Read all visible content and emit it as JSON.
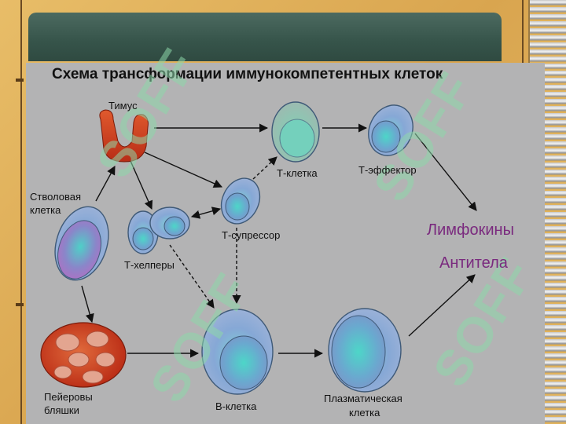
{
  "title": "Схема трансформации иммунокомпетентных клеток",
  "labels": {
    "thymus": "Тимус",
    "stem_line1": "Стволовая",
    "stem_line2": "клетка",
    "t_cell": "Т-клетка",
    "t_effector": "Т-эффектор",
    "t_suppressor": "Т-супрессор",
    "t_helpers": "Т-хелперы",
    "peyer_line1": "Пейеровы",
    "peyer_line2": "бляшки",
    "b_cell": "В-клетка",
    "plasma_line1": "Плазматическая",
    "plasma_line2": "клетка",
    "lymphokines": "Лимфокины",
    "antibodies": "Антитела"
  },
  "watermark": "SOFF",
  "colors": {
    "title": "#111111",
    "product_text": "#7a2a7e",
    "slide_bg": "#b3b3b4",
    "cell_membrane": "#3f5a78",
    "thymus": "#c43a1c",
    "peyer": "#c0381c",
    "watermark": "#8cd7aa"
  }
}
